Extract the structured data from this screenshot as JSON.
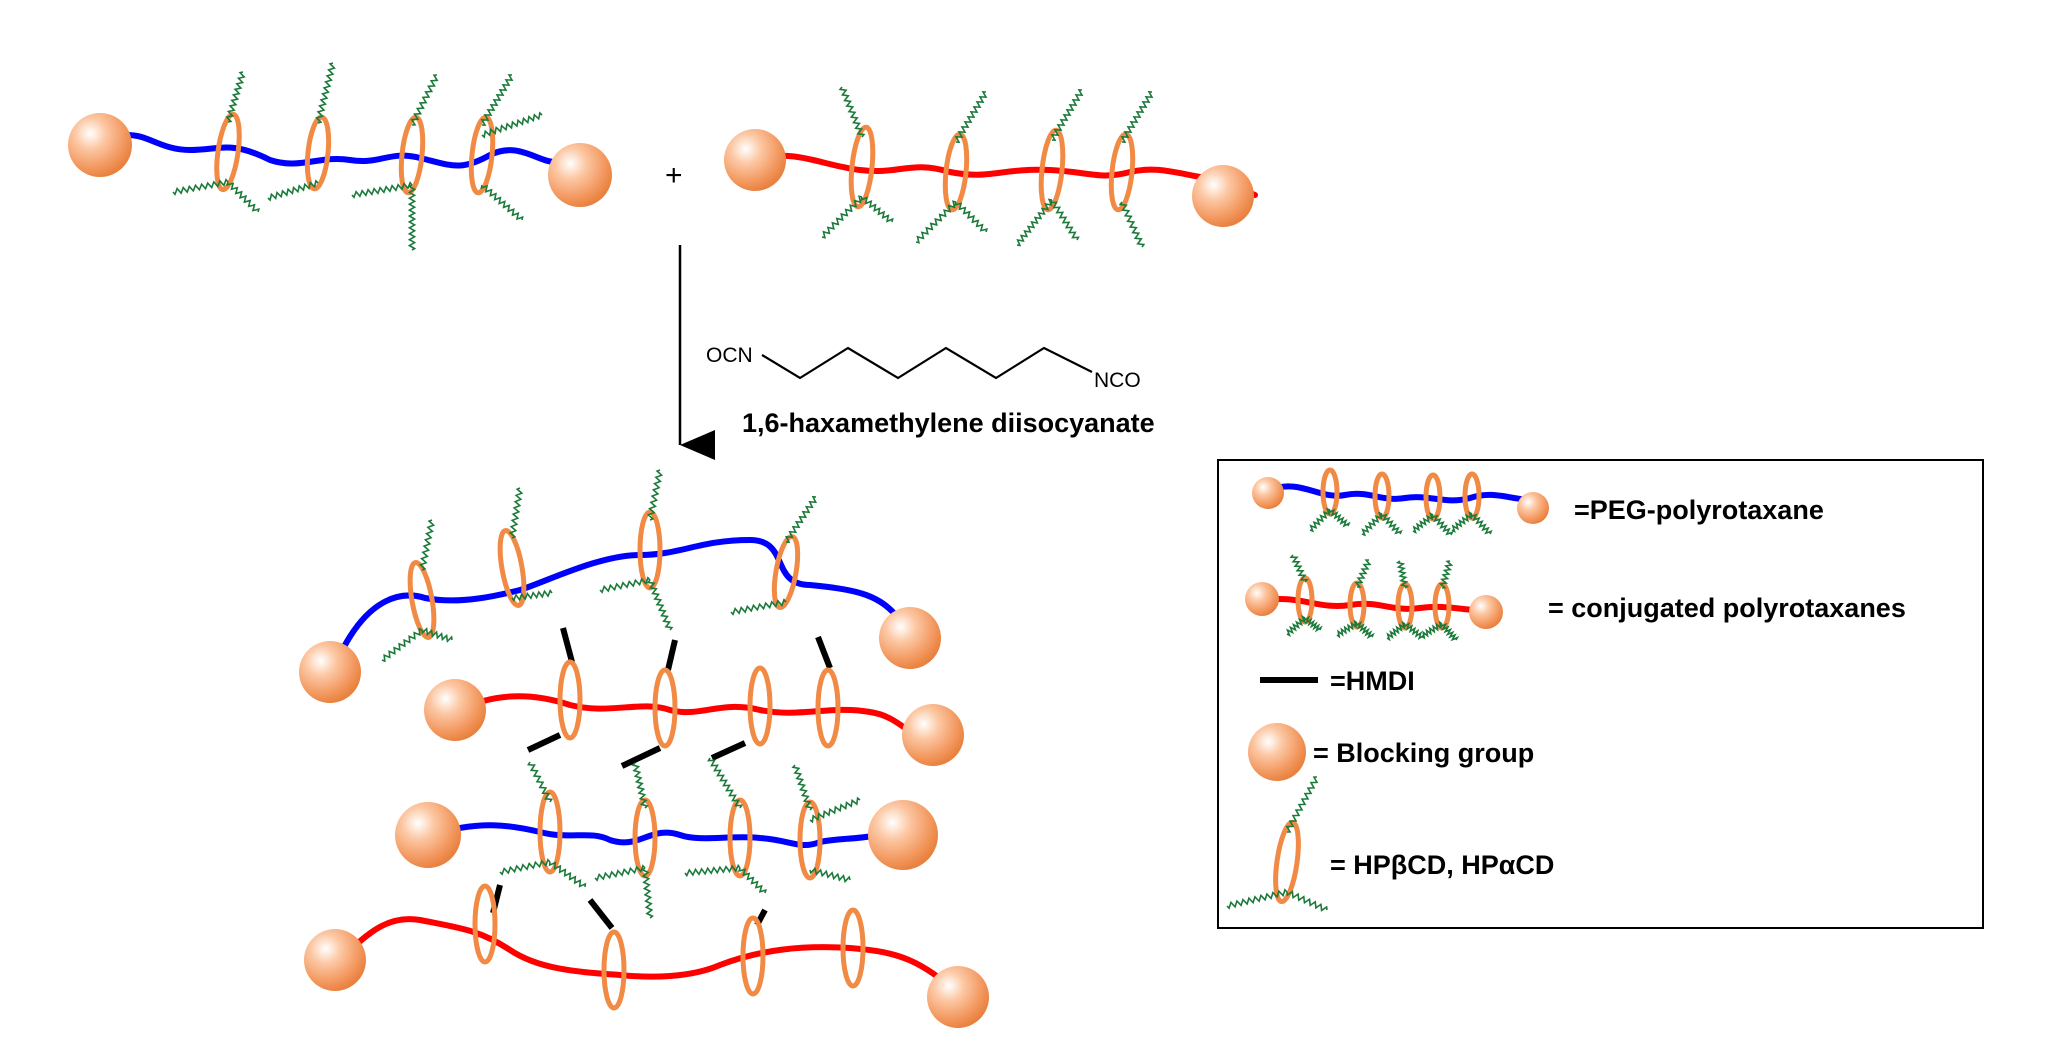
{
  "reagent": {
    "plus": "+",
    "left_group": "OCN",
    "right_group": "NCO",
    "name": "1,6-haxamethylene diisocyanate"
  },
  "legend": {
    "peg": "=PEG-polyrotaxane",
    "conjugated": "= conjugated polyrotaxanes",
    "hmdi": "=HMDI",
    "blocking": "= Blocking group",
    "cd": "= HPβCD, HPαCD"
  },
  "colors": {
    "peg_axle": "#0000ff",
    "conjugated_axle": "#ff0000",
    "ring": "#f08a44",
    "chain": "#1b7a3a",
    "crosslink": "#000000",
    "ball": "#f6a070"
  }
}
